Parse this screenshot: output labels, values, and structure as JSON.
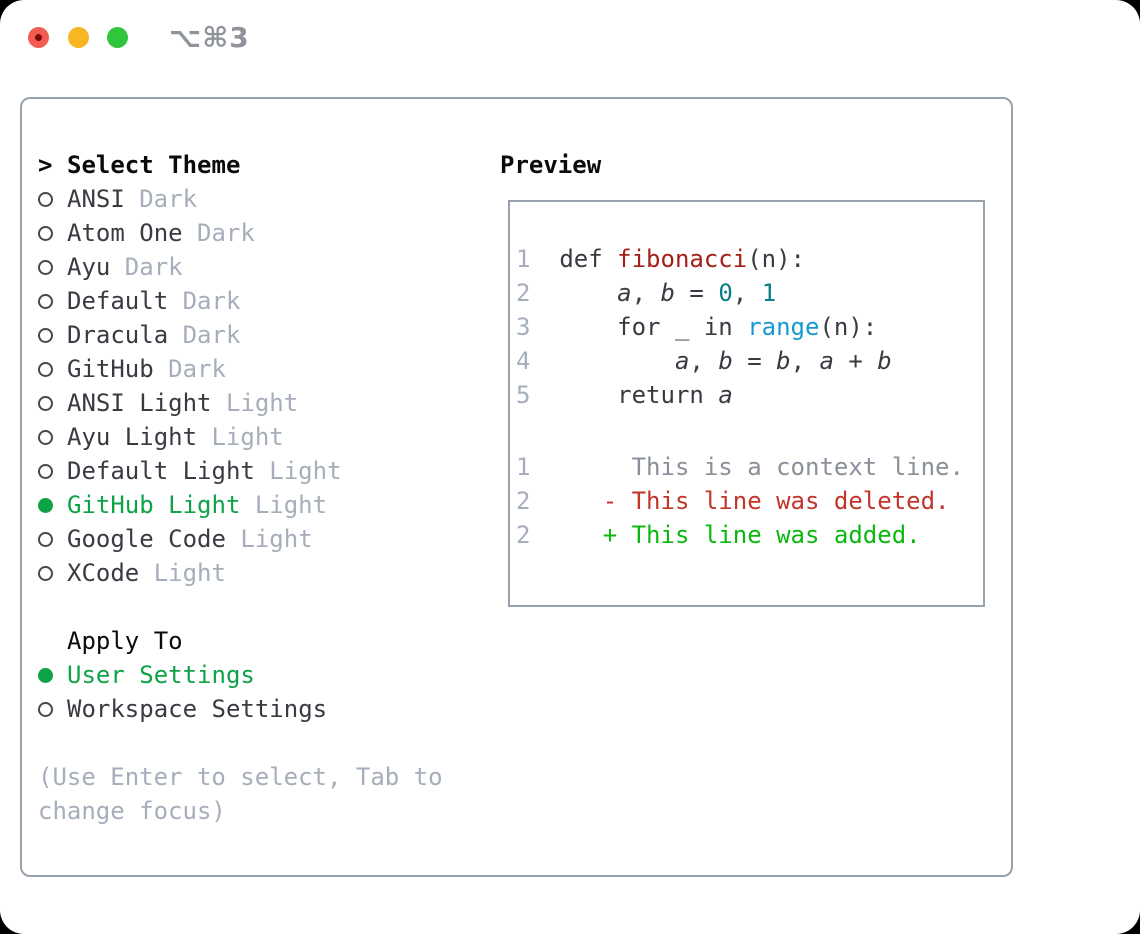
{
  "window": {
    "title_shortcut": "⌥⌘3",
    "traffic_light_colors": {
      "close": "#f25c51",
      "minimize": "#f8b722",
      "zoom": "#2fc63b"
    }
  },
  "theme_panel": {
    "header": {
      "cursor": ">",
      "label": "Select Theme"
    },
    "themes": [
      {
        "name": "ANSI",
        "variant": "Dark",
        "selected": false
      },
      {
        "name": "Atom One",
        "variant": "Dark",
        "selected": false
      },
      {
        "name": "Ayu",
        "variant": "Dark",
        "selected": false
      },
      {
        "name": "Default",
        "variant": "Dark",
        "selected": false
      },
      {
        "name": "Dracula",
        "variant": "Dark",
        "selected": false
      },
      {
        "name": "GitHub",
        "variant": "Dark",
        "selected": false
      },
      {
        "name": "ANSI Light",
        "variant": "Light",
        "selected": false
      },
      {
        "name": "Ayu Light",
        "variant": "Light",
        "selected": false
      },
      {
        "name": "Default Light",
        "variant": "Light",
        "selected": false
      },
      {
        "name": "GitHub Light",
        "variant": "Light",
        "selected": true
      },
      {
        "name": "Google Code",
        "variant": "Light",
        "selected": false
      },
      {
        "name": "XCode",
        "variant": "Light",
        "selected": false
      }
    ],
    "apply_to": {
      "label": "Apply To",
      "options": [
        {
          "name": "User Settings",
          "selected": true
        },
        {
          "name": "Workspace Settings",
          "selected": false
        }
      ]
    },
    "hint": "(Use Enter to select, Tab to change focus)"
  },
  "preview": {
    "label": "Preview",
    "code_lines": [
      [
        {
          "t": "1  ",
          "c": "ln"
        },
        {
          "t": "def ",
          "c": "code"
        },
        {
          "t": "fibonacci",
          "c": "func"
        },
        {
          "t": "(n):",
          "c": "code"
        }
      ],
      [
        {
          "t": "2  ",
          "c": "ln"
        },
        {
          "t": "    ",
          "c": "code"
        },
        {
          "t": "a",
          "c": "var"
        },
        {
          "t": ", ",
          "c": "code"
        },
        {
          "t": "b",
          "c": "var"
        },
        {
          "t": " = ",
          "c": "code"
        },
        {
          "t": "0",
          "c": "numc"
        },
        {
          "t": ", ",
          "c": "code"
        },
        {
          "t": "1",
          "c": "numc"
        }
      ],
      [
        {
          "t": "3  ",
          "c": "ln"
        },
        {
          "t": "    for _ in ",
          "c": "code"
        },
        {
          "t": "range",
          "c": "builtin"
        },
        {
          "t": "(n):",
          "c": "code"
        }
      ],
      [
        {
          "t": "4  ",
          "c": "ln"
        },
        {
          "t": "        ",
          "c": "code"
        },
        {
          "t": "a",
          "c": "var"
        },
        {
          "t": ", ",
          "c": "code"
        },
        {
          "t": "b",
          "c": "var"
        },
        {
          "t": " = ",
          "c": "code"
        },
        {
          "t": "b",
          "c": "var"
        },
        {
          "t": ", ",
          "c": "code"
        },
        {
          "t": "a",
          "c": "var"
        },
        {
          "t": " + ",
          "c": "code"
        },
        {
          "t": "b",
          "c": "var"
        }
      ],
      [
        {
          "t": "5  ",
          "c": "ln"
        },
        {
          "t": "    return ",
          "c": "code"
        },
        {
          "t": "a",
          "c": "var"
        }
      ]
    ],
    "diff_lines": [
      [
        {
          "t": "1 ",
          "c": "ln"
        },
        {
          "t": "      This is a context line.",
          "c": "ctx"
        }
      ],
      [
        {
          "t": "2 ",
          "c": "ln"
        },
        {
          "t": "    ",
          "c": "code"
        },
        {
          "t": "- This line was deleted.",
          "c": "del"
        }
      ],
      [
        {
          "t": "2 ",
          "c": "ln"
        },
        {
          "t": "    ",
          "c": "code"
        },
        {
          "t": "+ This line was added.",
          "c": "add"
        }
      ]
    ]
  },
  "colors": {
    "panel_border": "#99a2ac",
    "selection_green": "#0fa347",
    "muted_gray": "#a5aeba",
    "text_dark": "#383c42",
    "diff_delete_red": "#c1352a",
    "diff_add_green": "#0cb810",
    "function_red": "#a32019",
    "number_teal": "#0c7e84",
    "builtin_blue": "#1599d2"
  }
}
